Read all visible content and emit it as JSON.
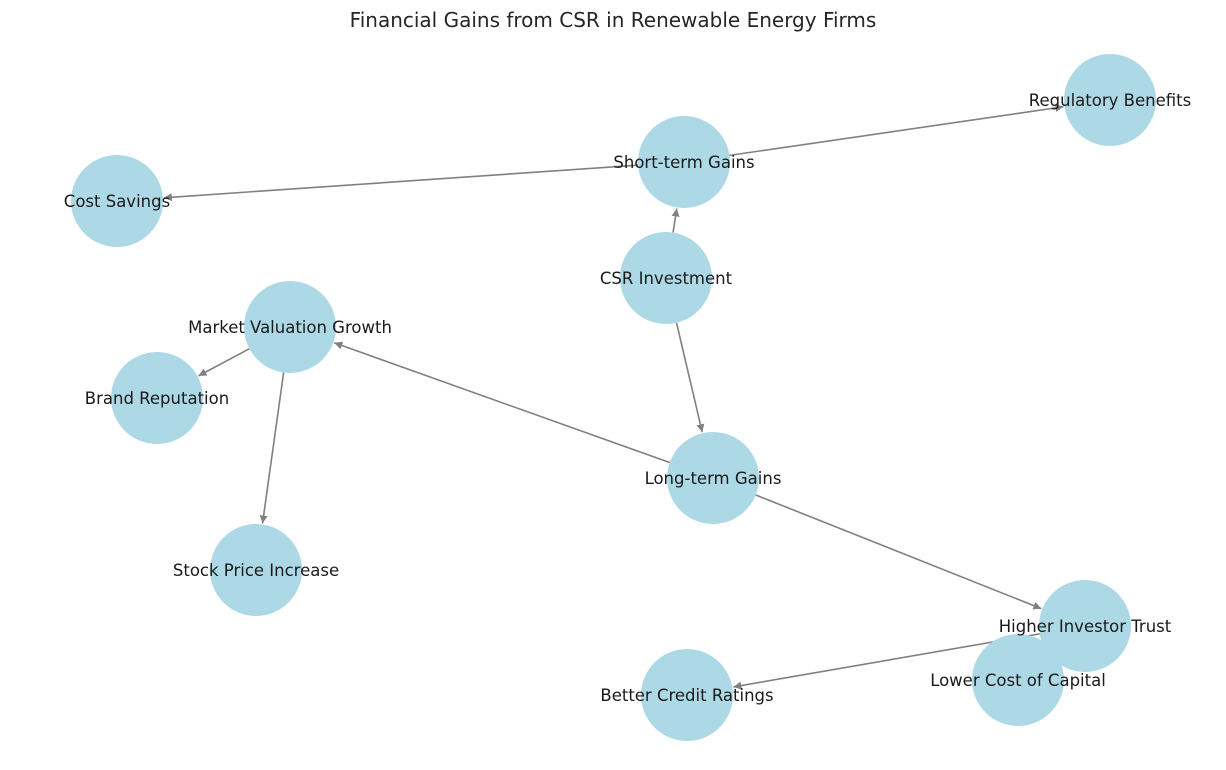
{
  "title": "Financial Gains from CSR in Renewable Energy Firms",
  "style": {
    "node_color": "#add8e6",
    "edge_color": "#808080",
    "text_color": "#1a1a1a"
  },
  "nodes": [
    {
      "id": "csr",
      "label": "CSR Investment"
    },
    {
      "id": "short",
      "label": "Short-term Gains"
    },
    {
      "id": "long",
      "label": "Long-term Gains"
    },
    {
      "id": "cost",
      "label": "Cost Savings"
    },
    {
      "id": "reg",
      "label": "Regulatory Benefits"
    },
    {
      "id": "market",
      "label": "Market Valuation Growth"
    },
    {
      "id": "brand",
      "label": "Brand Reputation"
    },
    {
      "id": "stock",
      "label": "Stock Price Increase"
    },
    {
      "id": "investor",
      "label": "Higher Investor Trust"
    },
    {
      "id": "capital",
      "label": "Lower Cost of Capital"
    },
    {
      "id": "credit",
      "label": "Better Credit Ratings"
    }
  ],
  "edges": [
    {
      "from": "csr",
      "to": "short"
    },
    {
      "from": "csr",
      "to": "long"
    },
    {
      "from": "short",
      "to": "cost"
    },
    {
      "from": "short",
      "to": "reg"
    },
    {
      "from": "long",
      "to": "market"
    },
    {
      "from": "long",
      "to": "investor"
    },
    {
      "from": "market",
      "to": "brand"
    },
    {
      "from": "market",
      "to": "stock"
    },
    {
      "from": "investor",
      "to": "capital"
    },
    {
      "from": "investor",
      "to": "credit"
    }
  ]
}
